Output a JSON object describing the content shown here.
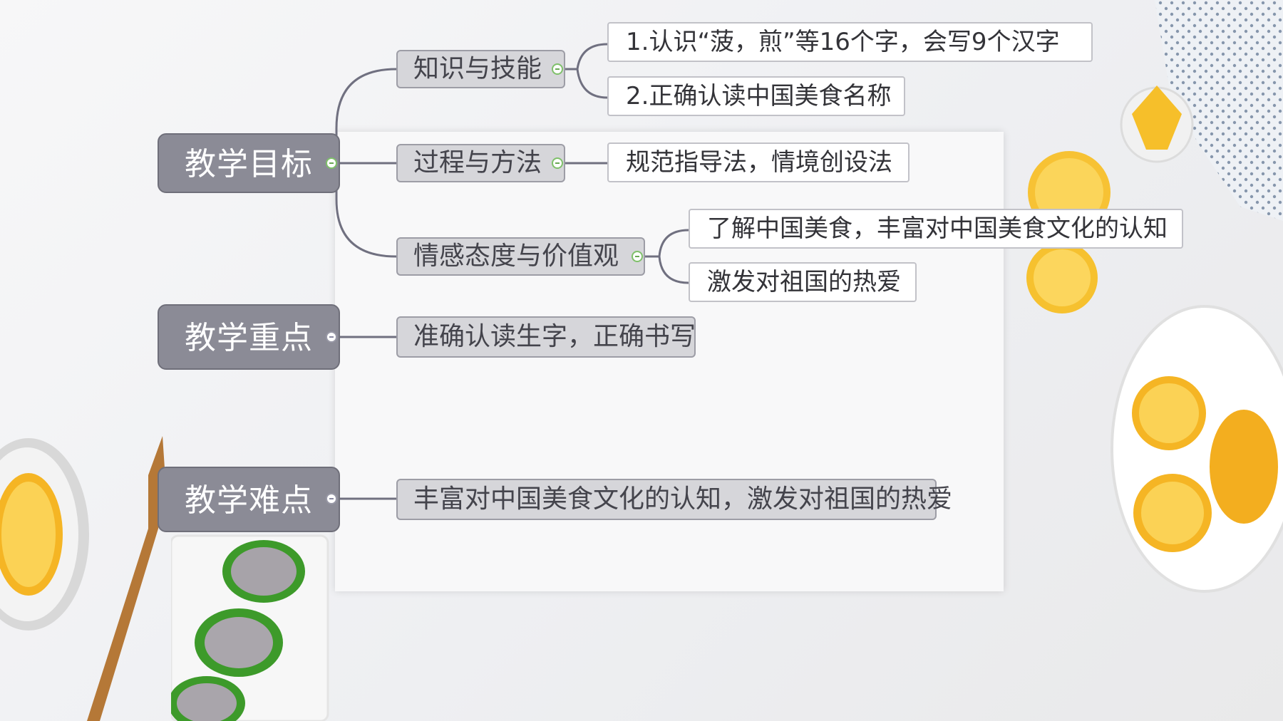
{
  "mindmap": {
    "roots": [
      {
        "label": "教学目标",
        "children": [
          {
            "label": "知识与技能",
            "children": [
              "1.认识“菠，煎”等16个字，会写9个汉字",
              "2.正确认读中国美食名称"
            ]
          },
          {
            "label": "过程与方法",
            "children": [
              "规范指导法，情境创设法"
            ]
          },
          {
            "label": "情感态度与价值观",
            "children": [
              "了解中国美食，丰富对中国美食文化的认知",
              "激发对祖国的热爱"
            ]
          }
        ]
      },
      {
        "label": "教学重点",
        "children": [
          {
            "label": "准确认读生字，正确书写"
          }
        ]
      },
      {
        "label": "教学难点",
        "children": [
          {
            "label": "丰富对中国美食文化的认知，激发对祖国的热爱"
          }
        ]
      }
    ]
  },
  "colors": {
    "root_fill": "#8b8b96",
    "branch_fill": "#d6d6da",
    "leaf_fill": "#ffffff",
    "connector": "#707080",
    "collapse_accent": "#7fc06a",
    "lemon": "#f4b526"
  },
  "decor": {
    "icons": [
      "lemon-bowl-icon",
      "fork-icon",
      "lemon-plate-icon",
      "lemon-slice-icon",
      "napkin-icon"
    ]
  }
}
